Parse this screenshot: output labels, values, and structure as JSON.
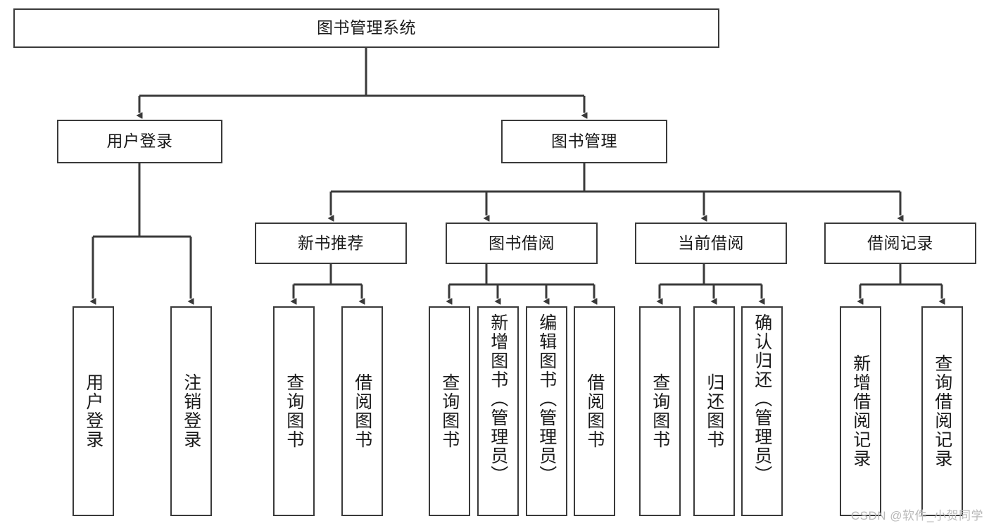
{
  "diagram": {
    "title": "图书管理系统",
    "type": "tree-hierarchy",
    "edge_color": "#3a3a3a",
    "box_border_color": "#3a3a3a",
    "background": "#ffffff",
    "watermark": "CSDN @软件_小贺同学"
  },
  "nodes": {
    "root": {
      "label": "图书管理系统"
    },
    "level2": [
      {
        "label": "用户登录"
      },
      {
        "label": "图书管理"
      }
    ],
    "level3": [
      {
        "label": "新书推荐"
      },
      {
        "label": "图书借阅"
      },
      {
        "label": "当前借阅"
      },
      {
        "label": "借阅记录"
      }
    ],
    "leaves": {
      "user_login": [
        {
          "label": "用户登录"
        },
        {
          "label": "注销登录"
        }
      ],
      "new_book_recommend": [
        {
          "label": "查询图书"
        },
        {
          "label": "借阅图书"
        }
      ],
      "book_borrow": [
        {
          "label": "查询图书"
        },
        {
          "label": "新增图书（管理员）"
        },
        {
          "label": "编辑图书（管理员）"
        },
        {
          "label": "借阅图书"
        }
      ],
      "current_borrow": [
        {
          "label": "查询图书"
        },
        {
          "label": "归还图书"
        },
        {
          "label": "确认归还（管理员）"
        }
      ],
      "borrow_record": [
        {
          "label": "新增借阅记录"
        },
        {
          "label": "查询借阅记录"
        }
      ]
    }
  },
  "chart_data": {
    "type": "table",
    "title": "图书管理系统 功能结构图",
    "tree": {
      "name": "图书管理系统",
      "children": [
        {
          "name": "用户登录",
          "children": [
            {
              "name": "用户登录"
            },
            {
              "name": "注销登录"
            }
          ]
        },
        {
          "name": "图书管理",
          "children": [
            {
              "name": "新书推荐",
              "children": [
                {
                  "name": "查询图书"
                },
                {
                  "name": "借阅图书"
                }
              ]
            },
            {
              "name": "图书借阅",
              "children": [
                {
                  "name": "查询图书"
                },
                {
                  "name": "新增图书（管理员）"
                },
                {
                  "name": "编辑图书（管理员）"
                },
                {
                  "name": "借阅图书"
                }
              ]
            },
            {
              "name": "当前借阅",
              "children": [
                {
                  "name": "查询图书"
                },
                {
                  "name": "归还图书"
                },
                {
                  "name": "确认归还（管理员）"
                }
              ]
            },
            {
              "name": "借阅记录",
              "children": [
                {
                  "name": "新增借阅记录"
                },
                {
                  "name": "查询借阅记录"
                }
              ]
            }
          ]
        }
      ]
    }
  }
}
